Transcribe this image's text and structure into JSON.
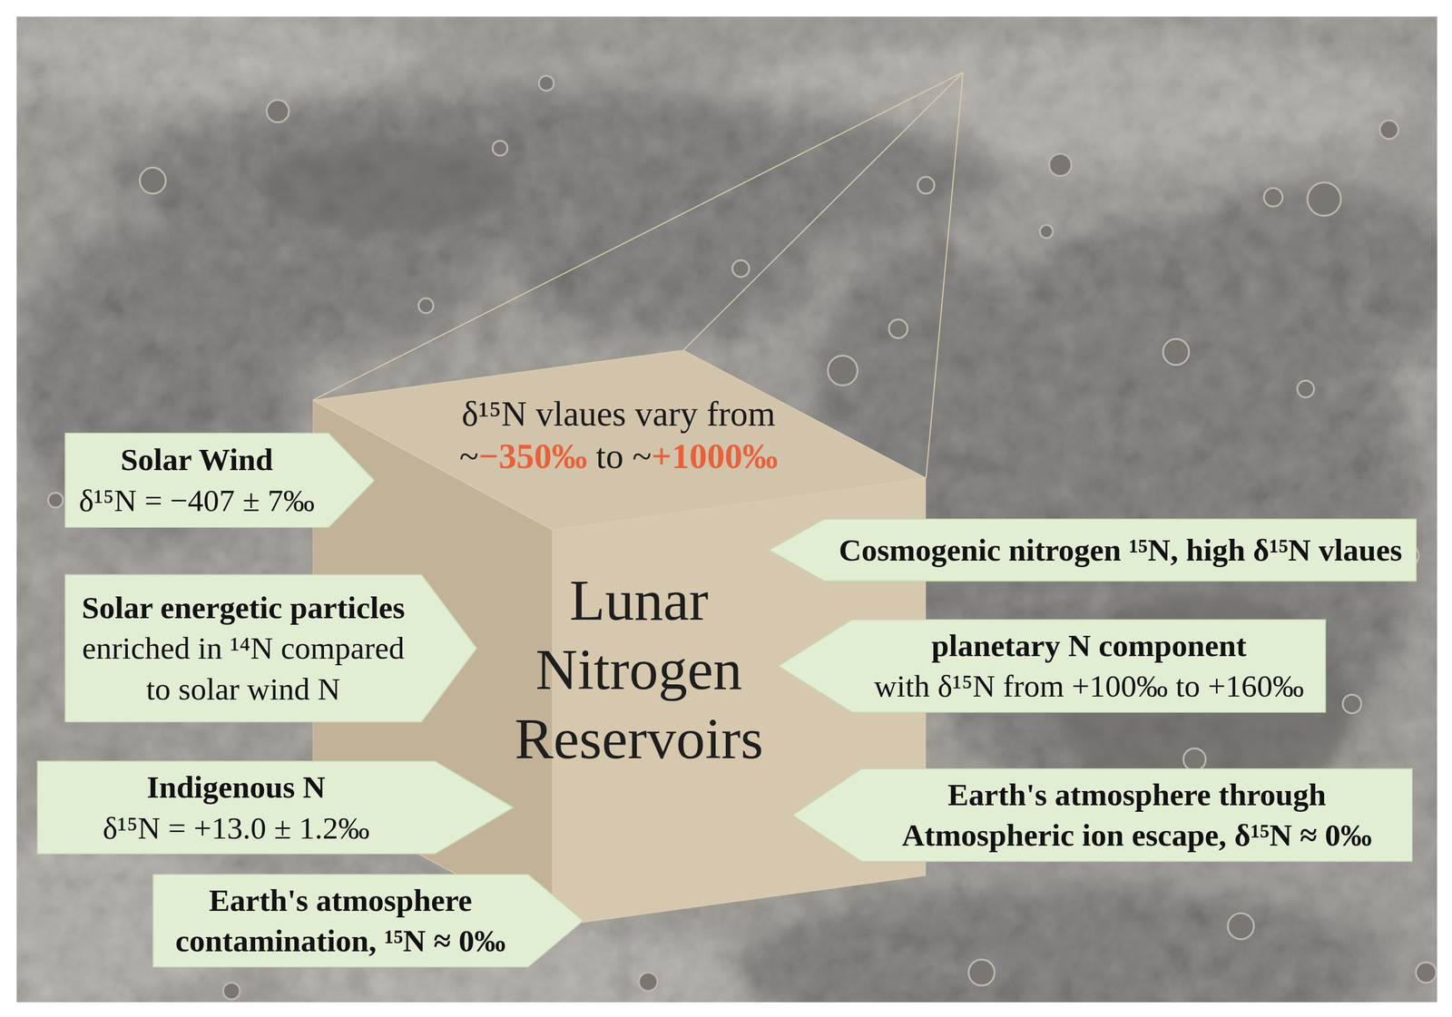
{
  "diagram": {
    "nodes": [
      {
        "text": [
          "δ¹⁵N vlaues vary from",
          "~",
          "−350‰",
          "to ~",
          "+1000‰",
          "Lunar Nitrogen Reservoirs"
        ]
      },
      {
        "text": [
          "Solar Wind",
          "δ¹⁵N = −407 ± 7‰"
        ]
      },
      {
        "text": [
          "Cosmogenic nitrogen ¹⁵N, high δ¹⁵N vlaues"
        ]
      },
      {
        "text": [
          "Solar energetic particles",
          "enriched in ¹⁴N compared to solar wind N"
        ]
      },
      {
        "text": [
          "planetary N component",
          "with δ¹⁵N from +100‰ to +160‰"
        ]
      },
      {
        "text": [
          "Indigenous N",
          "δ¹⁵N = +13.0 ± 1.2‰"
        ]
      },
      {
        "text": [
          "Earth's atmosphere through Atmospheric ion escape, δ¹⁵N ≈ 0‰"
        ]
      },
      {
        "text": [
          "Earth's atmosphere contamination, ¹⁵N ≈ 0‰"
        ]
      }
    ]
  }
}
